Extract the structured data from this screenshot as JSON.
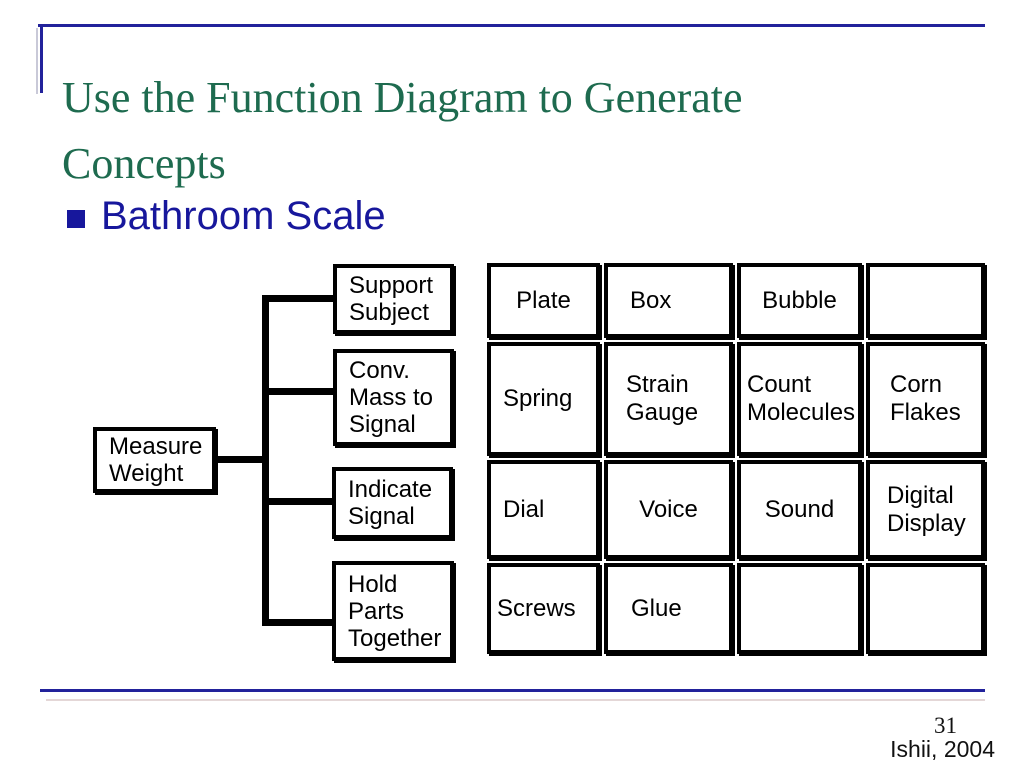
{
  "slide": {
    "title": "Use the Function Diagram to Generate Concepts",
    "heading": "Bathroom Scale",
    "page_number": "31",
    "credit": "Ishii, 2004"
  },
  "icons": {
    "bullet": "square-bullet"
  },
  "colors": {
    "accent_navy": "#17179c",
    "rule_navy": "#22229b",
    "title_green": "#1e6b4f",
    "diagram_black": "#000000",
    "background": "#ffffff"
  },
  "function_diagram": {
    "root": {
      "label": "Measure Weight"
    },
    "functions": [
      {
        "label": "Support Subject"
      },
      {
        "label": "Conv. Mass to Signal"
      },
      {
        "label": "Indicate Signal"
      },
      {
        "label": "Hold Parts Together"
      }
    ]
  },
  "concept_matrix": {
    "rows": [
      [
        "Plate",
        "Box",
        "Bubble",
        ""
      ],
      [
        "Spring",
        "Strain Gauge",
        "Count Molecules",
        "Corn Flakes"
      ],
      [
        "Dial",
        "Voice",
        "Sound",
        "Digital Display"
      ],
      [
        "Screws",
        "Glue",
        "",
        ""
      ]
    ]
  }
}
